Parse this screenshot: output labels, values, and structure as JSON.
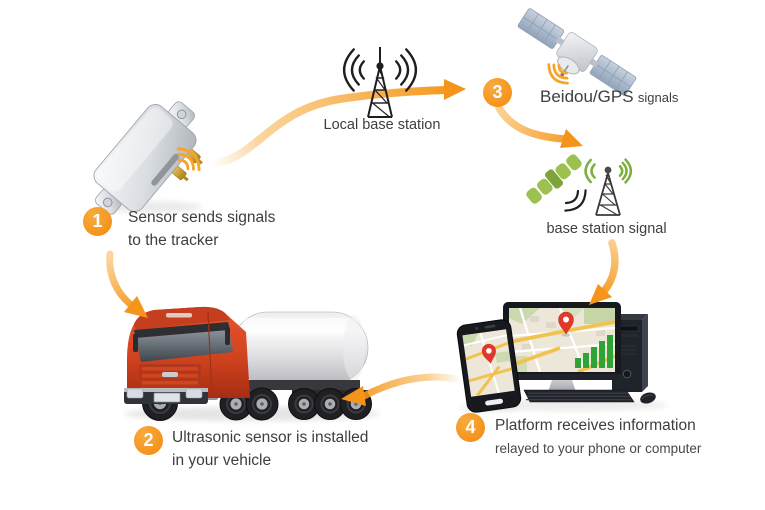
{
  "steps": [
    {
      "number": "1",
      "line1": "Sensor sends signals",
      "line2": "to the tracker"
    },
    {
      "number": "2",
      "line1": "Ultrasonic sensor is installed",
      "line2": "in your vehicle"
    },
    {
      "number": "3",
      "line1": "Beidou/GPS",
      "line2": "signals"
    },
    {
      "number": "4",
      "line1": "Platform receives information",
      "line2": "relayed to your phone or computer"
    }
  ],
  "captions": {
    "local_base_station": "Local base station",
    "base_station_signal": "base station signal"
  },
  "colors": {
    "arrow_orange": "#F5961B",
    "badge_orange": "#F79A28",
    "text": "#3E3E3E",
    "signal_green": "#7CAF3E",
    "chart_green": "#2FA336",
    "truck_red": "#D1431F",
    "icon_black": "#1E1E1E"
  },
  "icons": {
    "tracker": "gps-tracker-device-icon",
    "local_base_station": "radio-tower-icon",
    "beidou_satellite": "gps-satellite-icon",
    "green_satellite": "satellite-icon",
    "signal_tower": "radio-tower-icon",
    "truck": "tanker-truck-icon",
    "platform": "computer-and-phone-icon",
    "map_marker": "location-pin-icon",
    "chart": "bar-chart-icon"
  }
}
